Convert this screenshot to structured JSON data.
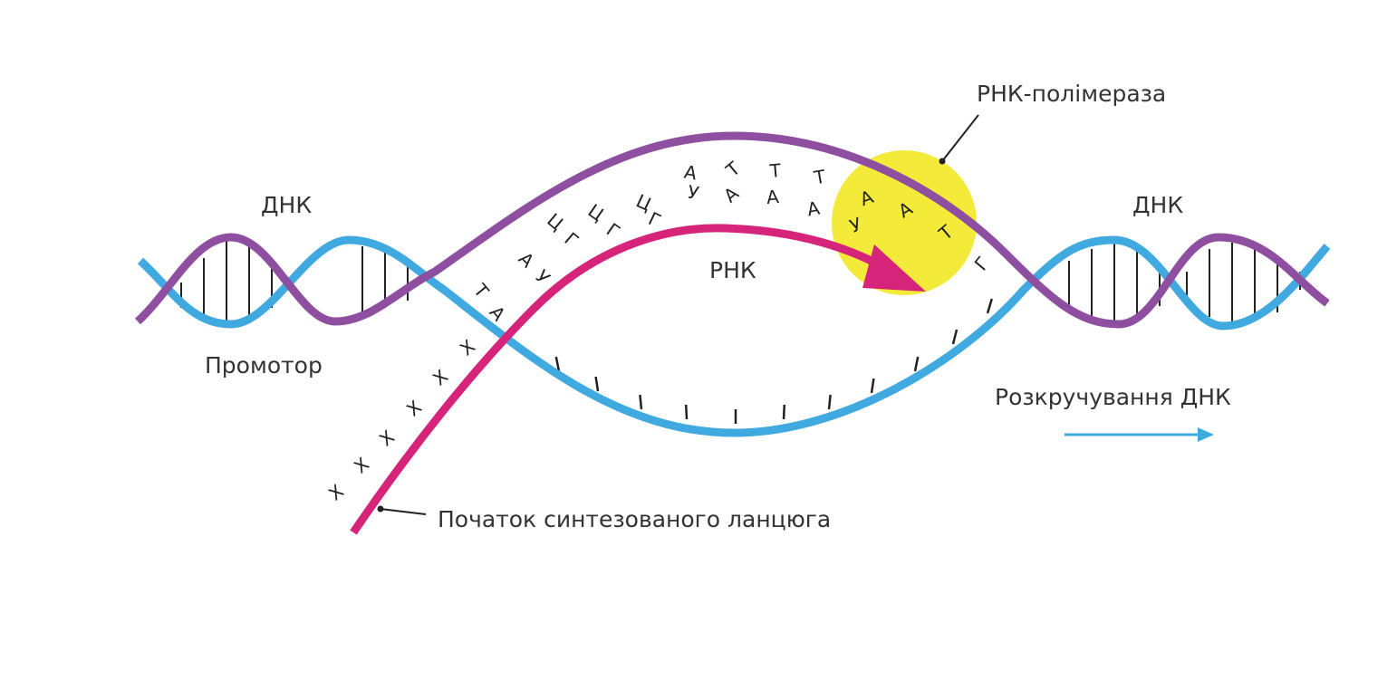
{
  "labels": {
    "dna_left": "ДНК",
    "dna_right": "ДНК",
    "promoter": "Промотор",
    "rna": "РНК",
    "rna_polymerase": "РНК-полімераза",
    "unwinding": "Розкручування ДНК",
    "chain_start": "Початок синтезованого ланцюга"
  },
  "dna_template_bases": [
    "Т",
    "А",
    "Ц",
    "Ц",
    "Ц",
    "А",
    "Т",
    "Т",
    "Т",
    "А",
    "А",
    "Т",
    "Г"
  ],
  "rna_bases": [
    "А",
    "У",
    "Г",
    "Г",
    "Г",
    "У",
    "А",
    "А",
    "А",
    "У"
  ],
  "rna_start_marks": [
    "Х",
    "Х",
    "Х",
    "Х",
    "Х",
    "Х"
  ],
  "colors": {
    "dna_coding_strand": "#8e4fa0",
    "dna_template_strand": "#3fa9e0",
    "rna": "#d6247a",
    "polymerase": "#f3ea3a",
    "arrow": "#3fa9e0"
  }
}
